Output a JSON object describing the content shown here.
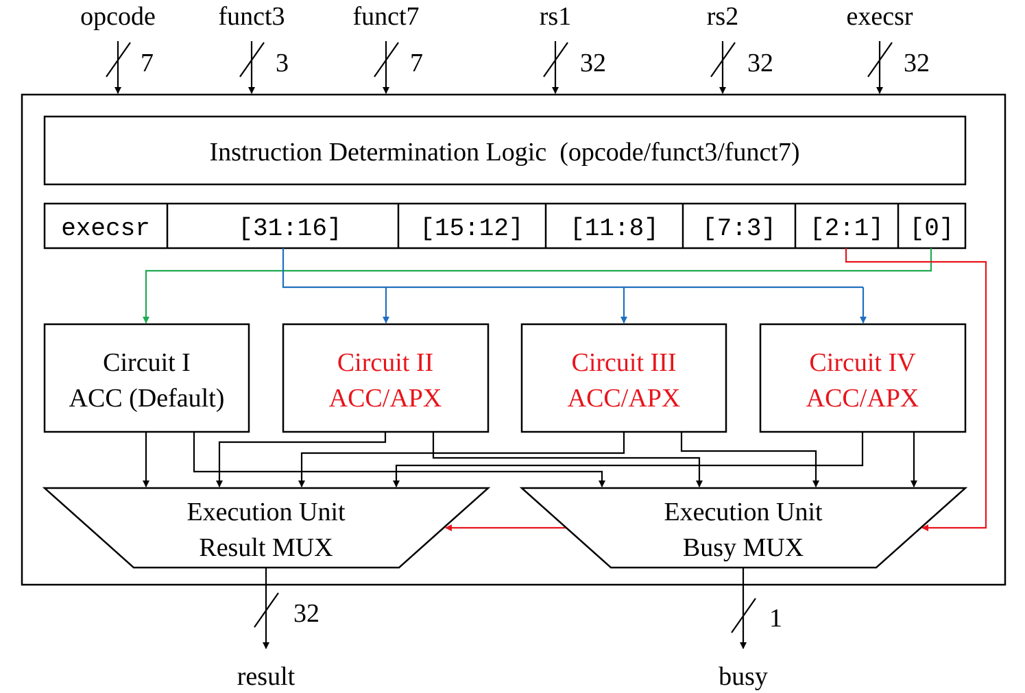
{
  "inputs": [
    {
      "label": "opcode",
      "width": "7"
    },
    {
      "label": "funct3",
      "width": "3"
    },
    {
      "label": "funct7",
      "width": "7"
    },
    {
      "label": "rs1",
      "width": "32"
    },
    {
      "label": "rs2",
      "width": "32"
    },
    {
      "label": "execsr",
      "width": "32"
    }
  ],
  "decode": {
    "title": "Instruction Determination Logic  (opcode/funct3/funct7)"
  },
  "register": {
    "name": "execsr",
    "fields": [
      "[31:16]",
      "[15:12]",
      "[11:8]",
      "[7:3]",
      "[2:1]",
      "[0]"
    ]
  },
  "circuits": [
    {
      "line1": "Circuit I",
      "line2": "ACC (Default)"
    },
    {
      "line1": "Circuit II",
      "line2": "ACC/APX"
    },
    {
      "line1": "Circuit III",
      "line2": "ACC/APX"
    },
    {
      "line1": "Circuit IV",
      "line2": "ACC/APX"
    }
  ],
  "muxes": {
    "result": {
      "line1": "Execution Unit",
      "line2": "Result MUX"
    },
    "busy": {
      "line1": "Execution Unit",
      "line2": "Busy MUX"
    }
  },
  "outputs": {
    "result": {
      "label": "result",
      "width": "32"
    },
    "busy": {
      "label": "busy",
      "width": "1"
    }
  },
  "colors": {
    "line": "#000000",
    "approx_text": "#e8141c",
    "select_red": "#e8141c",
    "field_blue": "#1f6fbf",
    "field_green": "#1faa50"
  }
}
